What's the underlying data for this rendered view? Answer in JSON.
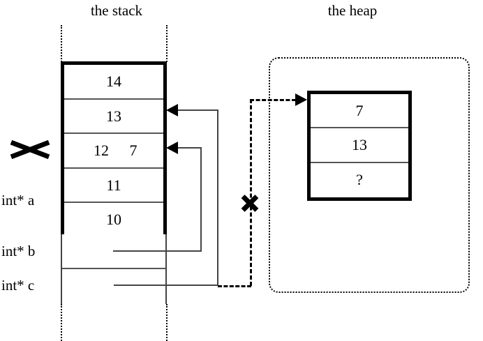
{
  "diagram": {
    "title_stack": "the stack",
    "title_heap": "the heap"
  },
  "stack": {
    "active_frame_cells": [
      {
        "value": "14"
      },
      {
        "value": "13"
      },
      {
        "value": "12",
        "struck": true,
        "replacement": "7"
      },
      {
        "value": "11"
      },
      {
        "value": "10"
      }
    ],
    "variables": [
      {
        "label": "int* a"
      },
      {
        "label": "int* b"
      },
      {
        "label": "int* c"
      }
    ],
    "struck_old_value": "12",
    "struck_new_value": "7"
  },
  "heap": {
    "block_cells": [
      {
        "value": "7"
      },
      {
        "value": "13"
      },
      {
        "value": "?"
      }
    ]
  },
  "annotations": {
    "x_over_stale_value": "x-mark-cross-out",
    "x_over_broken_pointer": "x-mark-cross-out"
  },
  "colors": {
    "ink": "#000000",
    "line": "#444444",
    "background": "#ffffff"
  }
}
